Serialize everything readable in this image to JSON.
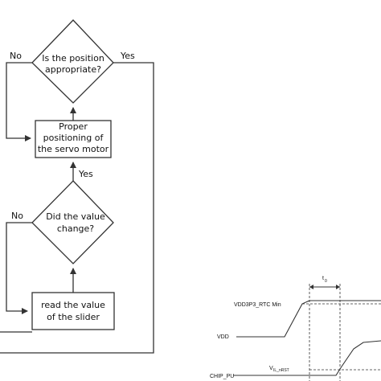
{
  "flowchart": {
    "decision_position": [
      "Is the position",
      "appropriate?"
    ],
    "decision_position_no": "No",
    "decision_position_yes": "Yes",
    "process_positioning": [
      "Proper",
      "positioning of",
      "the servo motor"
    ],
    "arrow_yes": "Yes",
    "decision_value": [
      "Did the value",
      "change?"
    ],
    "decision_value_no": "No",
    "process_read": [
      "read the value",
      "of the slider"
    ]
  },
  "timing": {
    "t0_label": "t",
    "t0_sub": "0",
    "vdd_min_label": "VDD3P3_RTC Min",
    "vdd_label": "VDD",
    "vil_label": "V",
    "vil_sub": "IL_nRST",
    "chip_pu_label": "CHIP_PU"
  }
}
